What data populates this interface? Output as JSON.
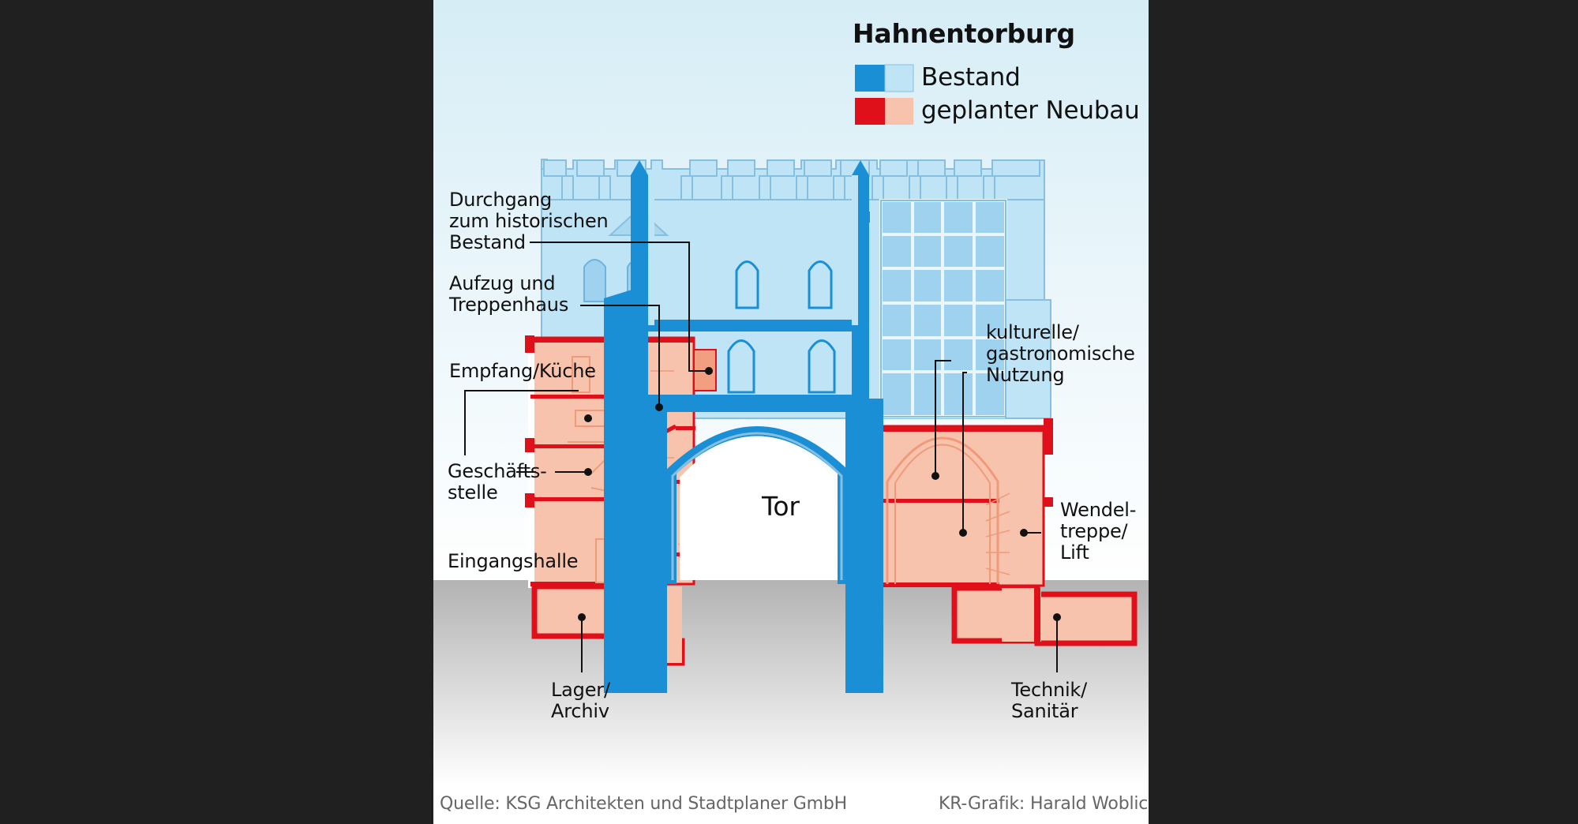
{
  "title": "Hahnentorburg",
  "legend": [
    {
      "label": "Bestand",
      "dark": "#1a8fd6",
      "light": "#bfe4f6"
    },
    {
      "label": "geplanter Neubau",
      "dark": "#e0101a",
      "light": "#f8c3ad"
    }
  ],
  "labels": {
    "durchgang": "Durchgang\nzum historischen\nBestand",
    "aufzug": "Aufzug und\nTreppenhaus",
    "empfang": "Empfang/Küche",
    "geschaeft": "Geschäfts-\nstelle",
    "eingang": "Eingangshalle",
    "lager": "Lager/\nArchiv",
    "kultur": "kulturelle/\ngastronomische\nNutzung",
    "wendel": "Wendel-\ntreppe/\nLift",
    "technik": "Technik/\nSanitär",
    "tor": "Tor"
  },
  "footer": {
    "source": "Quelle: KSG Architekten und Stadtplaner GmbH",
    "credit": "KR-Grafik: Harald Woblick"
  }
}
